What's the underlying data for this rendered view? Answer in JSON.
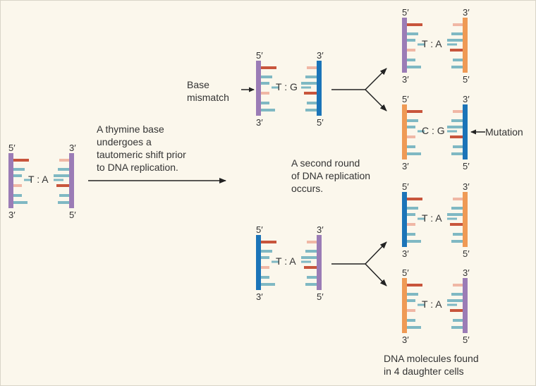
{
  "colors": {
    "purple": "#9b7cb6",
    "orange": "#ef9a55",
    "blue": "#1b74b8",
    "teal": "#7fb8c3",
    "red": "#c8553c",
    "pink": "#f0b7a5",
    "background": "#fbf7ec",
    "text": "#333333"
  },
  "labels": {
    "tautomeric_note": [
      "A thymine base",
      "undergoes a",
      "tautomeric shift prior",
      "to DNA replication."
    ],
    "base_mismatch": [
      "Base",
      "mismatch"
    ],
    "second_round": [
      "A second round",
      "of DNA replication",
      "occurs."
    ],
    "mutation": "Mutation",
    "daughter_cells": [
      "DNA molecules found",
      "in 4 daughter cells"
    ]
  },
  "strand_ends": {
    "five_prime": "5′",
    "three_prime": "3′"
  },
  "molecules": [
    {
      "id": "original",
      "pair_label": "T : A",
      "left_strand": "purple",
      "right_strand": "purple"
    },
    {
      "id": "mismatch",
      "pair_label": "T : G",
      "left_strand": "purple",
      "right_strand": "blue"
    },
    {
      "id": "correct-copy",
      "pair_label": "T : A",
      "left_strand": "blue",
      "right_strand": "purple"
    },
    {
      "id": "daughter-1",
      "pair_label": "T : A",
      "left_strand": "purple",
      "right_strand": "orange"
    },
    {
      "id": "daughter-2",
      "pair_label": "C : G",
      "left_strand": "orange",
      "right_strand": "blue"
    },
    {
      "id": "daughter-3",
      "pair_label": "T : A",
      "left_strand": "blue",
      "right_strand": "orange"
    },
    {
      "id": "daughter-4",
      "pair_label": "T : A",
      "left_strand": "orange",
      "right_strand": "purple"
    }
  ]
}
